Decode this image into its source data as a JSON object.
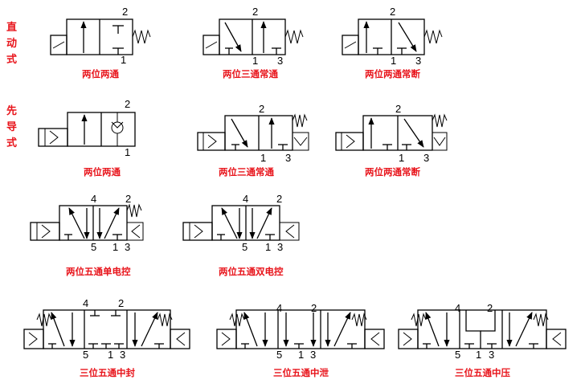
{
  "side_labels": {
    "direct": "直动式",
    "pilot": "先导式"
  },
  "valves": [
    {
      "id": "d-22",
      "caption": "两位两通",
      "ports": [
        "2",
        "1"
      ]
    },
    {
      "id": "d-32no",
      "caption": "两位三通常通",
      "ports": [
        "2",
        "1",
        "3"
      ]
    },
    {
      "id": "d-32nc",
      "caption": "两位两通常断",
      "ports": [
        "2",
        "1",
        "3"
      ]
    },
    {
      "id": "p-22",
      "caption": "两位两通",
      "ports": [
        "2",
        "1"
      ]
    },
    {
      "id": "p-32no",
      "caption": "两位三通常通",
      "ports": [
        "2",
        "1",
        "3"
      ]
    },
    {
      "id": "p-32nc",
      "caption": "两位两通常断",
      "ports": [
        "2",
        "1",
        "3"
      ]
    },
    {
      "id": "s-52",
      "caption": "两位五通单电控",
      "ports": [
        "4",
        "2",
        "5",
        "1",
        "3"
      ]
    },
    {
      "id": "dd-52",
      "caption": "两位五通双电控",
      "ports": [
        "4",
        "2",
        "5",
        "1",
        "3"
      ]
    },
    {
      "id": "c-53",
      "caption": "三位五通中封",
      "ports": [
        "4",
        "2",
        "5",
        "1",
        "3"
      ]
    },
    {
      "id": "e-53",
      "caption": "三位五通中泄",
      "ports": [
        "4",
        "2",
        "5",
        "1",
        "3"
      ]
    },
    {
      "id": "pr-53",
      "caption": "三位五通中压",
      "ports": [
        "4",
        "2",
        "5",
        "1",
        "3"
      ]
    }
  ]
}
